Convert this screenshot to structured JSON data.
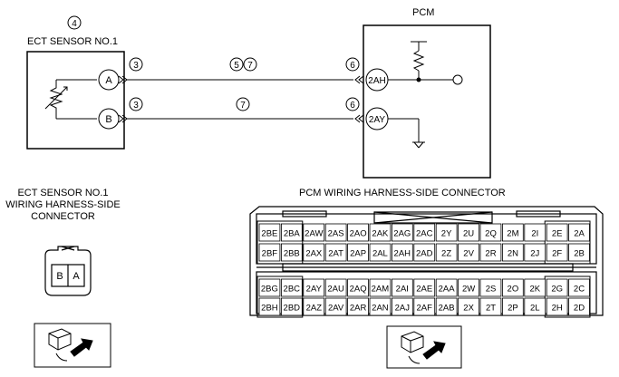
{
  "sensor": {
    "callout": "4",
    "title": "ECT SENSOR NO.1",
    "pins": [
      "A",
      "B"
    ]
  },
  "pcm": {
    "title": "PCM",
    "terminals": [
      "2AH",
      "2AY"
    ]
  },
  "wires": [
    {
      "left_callout": "3",
      "mid_callouts": [
        "5",
        "7"
      ],
      "right_callout": "6"
    },
    {
      "left_callout": "3",
      "mid_callouts": [
        "7"
      ],
      "right_callout": "6"
    }
  ],
  "sensor_connector": {
    "title_lines": [
      "ECT SENSOR NO.1",
      "WIRING HARNESS-SIDE",
      "CONNECTOR"
    ],
    "pins": [
      "B",
      "A"
    ]
  },
  "pcm_connector": {
    "title": "PCM WIRING HARNESS-SIDE CONNECTOR",
    "rows": [
      [
        "2BE",
        "2BA",
        "2AW",
        "2AS",
        "2AO",
        "2AK",
        "2AG",
        "2AC",
        "2Y",
        "2U",
        "2Q",
        "2M",
        "2I",
        "2E",
        "2A"
      ],
      [
        "2BF",
        "2BB",
        "2AX",
        "2AT",
        "2AP",
        "2AL",
        "2AH",
        "2AD",
        "2Z",
        "2V",
        "2R",
        "2N",
        "2J",
        "2F",
        "2B"
      ],
      [
        "2BG",
        "2BC",
        "2AY",
        "2AU",
        "2AQ",
        "2AM",
        "2AI",
        "2AE",
        "2AA",
        "2W",
        "2S",
        "2O",
        "2K",
        "2G",
        "2C"
      ],
      [
        "2BH",
        "2BD",
        "2AZ",
        "2AV",
        "2AR",
        "2AN",
        "2AJ",
        "2AF",
        "2AB",
        "2X",
        "2T",
        "2P",
        "2L",
        "2H",
        "2D"
      ]
    ]
  }
}
